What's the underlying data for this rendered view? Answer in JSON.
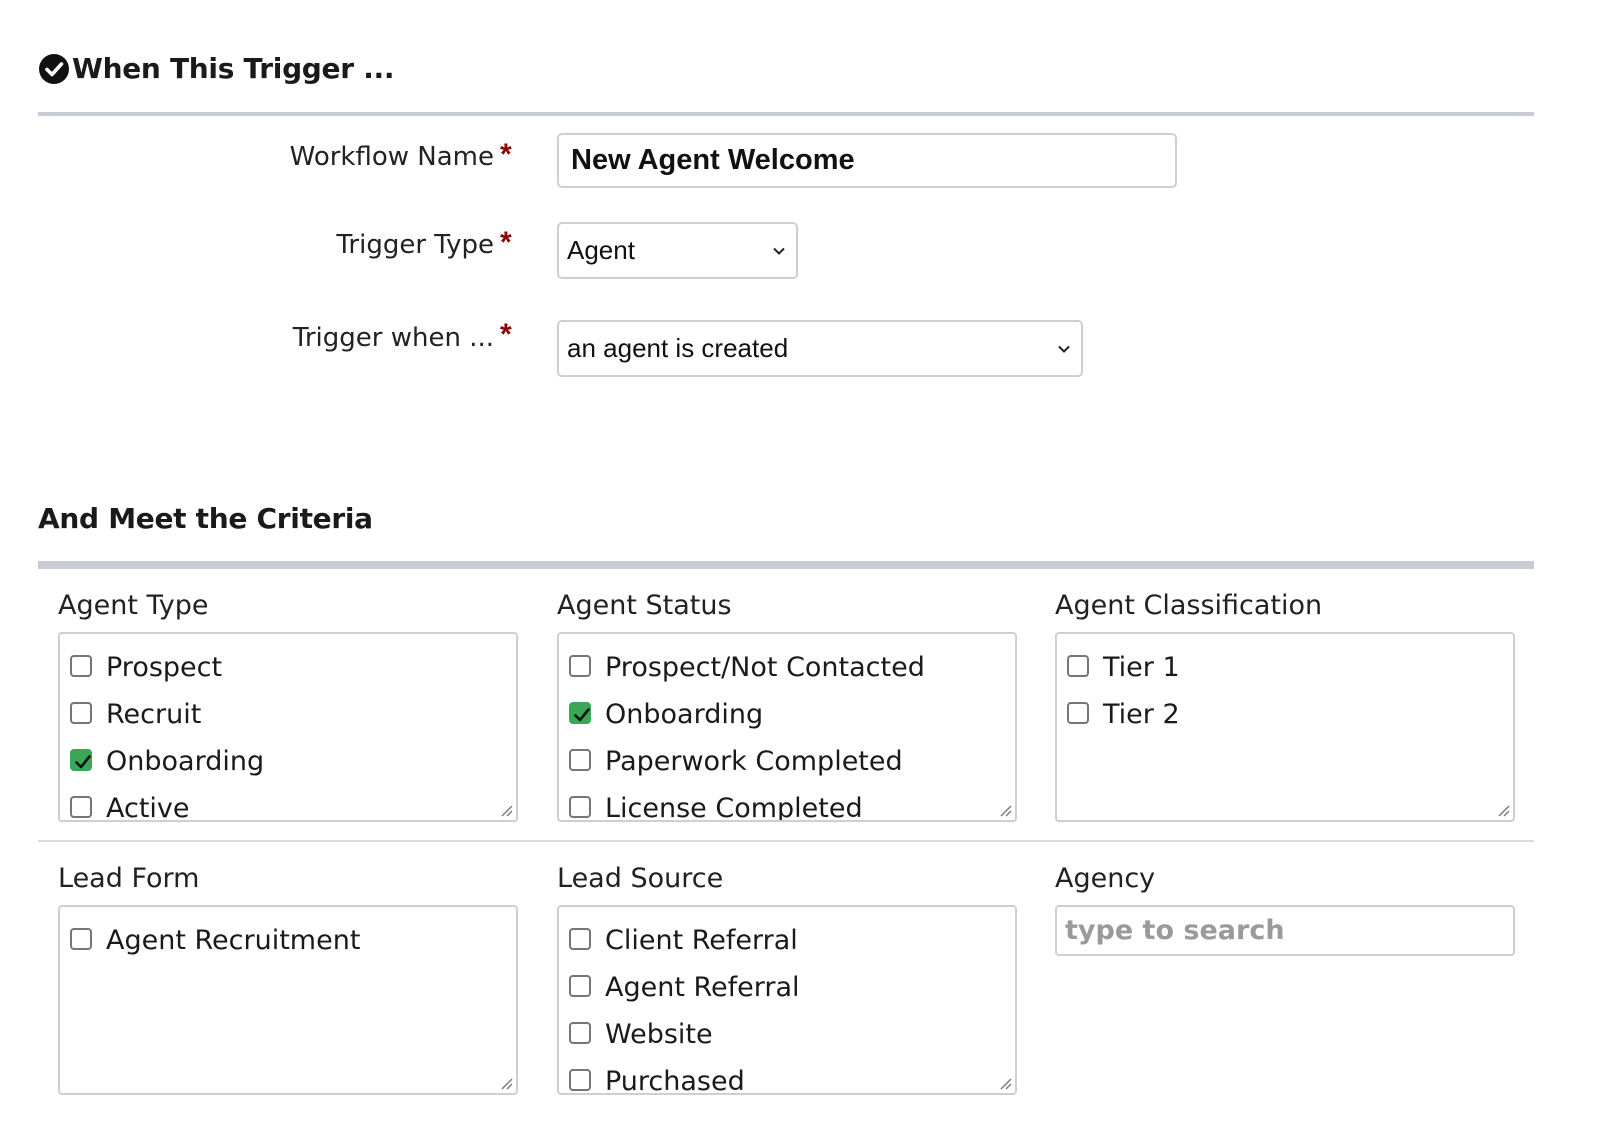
{
  "trigger_section": {
    "title": "When This Trigger ...",
    "workflow_name_label": "Workflow Name",
    "workflow_name_value": "New Agent Welcome",
    "trigger_type_label": "Trigger Type",
    "trigger_type_value": "Agent",
    "trigger_when_label": "Trigger when ...",
    "trigger_when_value": "an agent is created",
    "required_marker": "*"
  },
  "criteria_section": {
    "title": "And Meet the Criteria",
    "agent_type": {
      "label": "Agent Type",
      "options": [
        {
          "label": "Prospect",
          "checked": false
        },
        {
          "label": "Recruit",
          "checked": false
        },
        {
          "label": "Onboarding",
          "checked": true
        },
        {
          "label": "Active",
          "checked": false
        }
      ]
    },
    "agent_status": {
      "label": "Agent Status",
      "options": [
        {
          "label": "Prospect/Not Contacted",
          "checked": false
        },
        {
          "label": "Onboarding",
          "checked": true
        },
        {
          "label": "Paperwork Completed",
          "checked": false
        },
        {
          "label": "License Completed",
          "checked": false
        }
      ]
    },
    "agent_classification": {
      "label": "Agent Classification",
      "options": [
        {
          "label": "Tier 1",
          "checked": false
        },
        {
          "label": "Tier 2",
          "checked": false
        }
      ]
    },
    "lead_form": {
      "label": "Lead Form",
      "options": [
        {
          "label": "Agent Recruitment",
          "checked": false
        }
      ]
    },
    "lead_source": {
      "label": "Lead Source",
      "options": [
        {
          "label": "Client Referral",
          "checked": false
        },
        {
          "label": "Agent Referral",
          "checked": false
        },
        {
          "label": "Website",
          "checked": false
        },
        {
          "label": "Purchased",
          "checked": false
        }
      ]
    },
    "agency": {
      "label": "Agency",
      "placeholder": "type to search"
    }
  },
  "colors": {
    "required": "#8b0000",
    "checked": "#3aa757",
    "divider": "#c8ccd4"
  }
}
